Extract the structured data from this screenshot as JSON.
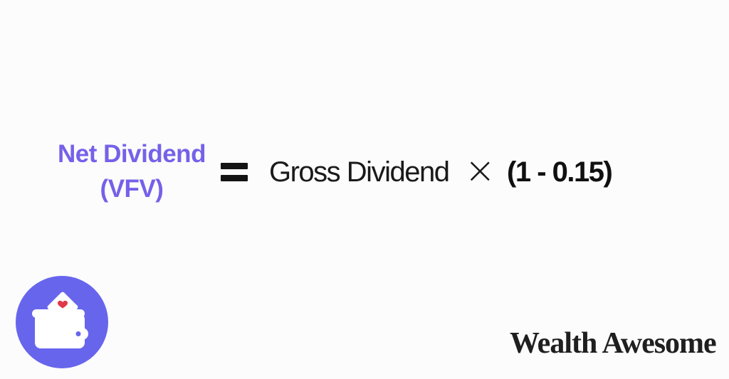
{
  "page": {
    "background": "#fcfcfc"
  },
  "colors": {
    "headline_purple": "#7561e9",
    "icon_circle_purple": "#6865ed",
    "formula_black": "#1a1a1a",
    "logo_black": "#1f1f1f",
    "banknote_red": "#e0394a",
    "wallet_white": "#ffffff"
  },
  "formula": {
    "lhs": {
      "line1": "Net Dividend",
      "line2": "(VFV)"
    },
    "equals_symbol": "=",
    "rhs": {
      "term": "Gross Dividend",
      "operator": "×",
      "factor": "(1 - 0.15)"
    }
  },
  "branding": {
    "icon": "wallet-icon",
    "logo_text": "Wealth Awesome"
  }
}
